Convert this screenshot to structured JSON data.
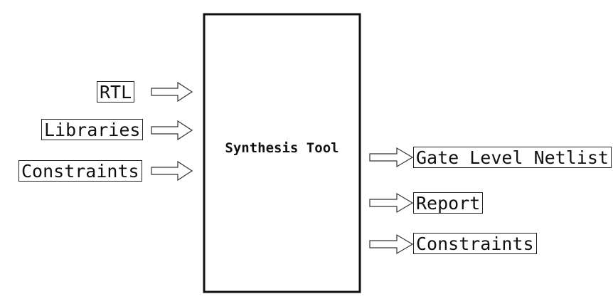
{
  "tool": {
    "label": "Synthesis Tool"
  },
  "inputs": [
    "RTL",
    "Libraries",
    "Constraints"
  ],
  "outputs": [
    "Gate Level Netlist",
    "Report",
    "Constraints"
  ]
}
